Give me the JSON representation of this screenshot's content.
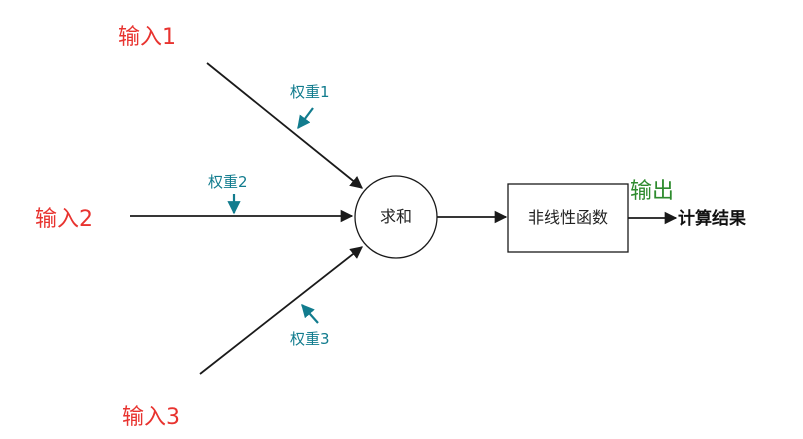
{
  "inputs": [
    "输入1",
    "输入2",
    "输入3"
  ],
  "weights": [
    "权重1",
    "权重2",
    "权重3"
  ],
  "sum_node": "求和",
  "activation_node": "非线性函数",
  "output_label": "输出",
  "result_label": "计算结果",
  "colors": {
    "input": "#e8332f",
    "weight": "#127c8e",
    "output": "#2e8b2e",
    "line": "#1a1a1a"
  }
}
